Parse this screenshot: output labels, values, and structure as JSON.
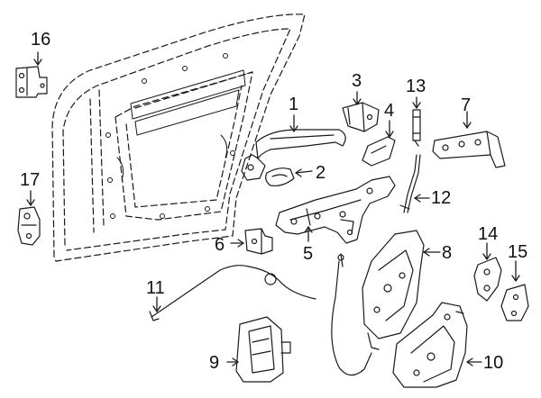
{
  "diagram": {
    "kind": "exploded parts diagram - rear door lock and handle components",
    "callouts": [
      {
        "id": "c1",
        "label": "1"
      },
      {
        "id": "c2",
        "label": "2"
      },
      {
        "id": "c3",
        "label": "3"
      },
      {
        "id": "c4",
        "label": "4"
      },
      {
        "id": "c5",
        "label": "5"
      },
      {
        "id": "c6",
        "label": "6"
      },
      {
        "id": "c7",
        "label": "7"
      },
      {
        "id": "c8",
        "label": "8"
      },
      {
        "id": "c9",
        "label": "9"
      },
      {
        "id": "c10",
        "label": "10"
      },
      {
        "id": "c11",
        "label": "11"
      },
      {
        "id": "c12",
        "label": "12"
      },
      {
        "id": "c13",
        "label": "13"
      },
      {
        "id": "c14",
        "label": "14"
      },
      {
        "id": "c15",
        "label": "15"
      },
      {
        "id": "c16",
        "label": "16"
      },
      {
        "id": "c17",
        "label": "17"
      }
    ],
    "colors": {
      "line": "#1a1a1a",
      "background": "#ffffff",
      "part_fill": "#ffffff"
    }
  }
}
